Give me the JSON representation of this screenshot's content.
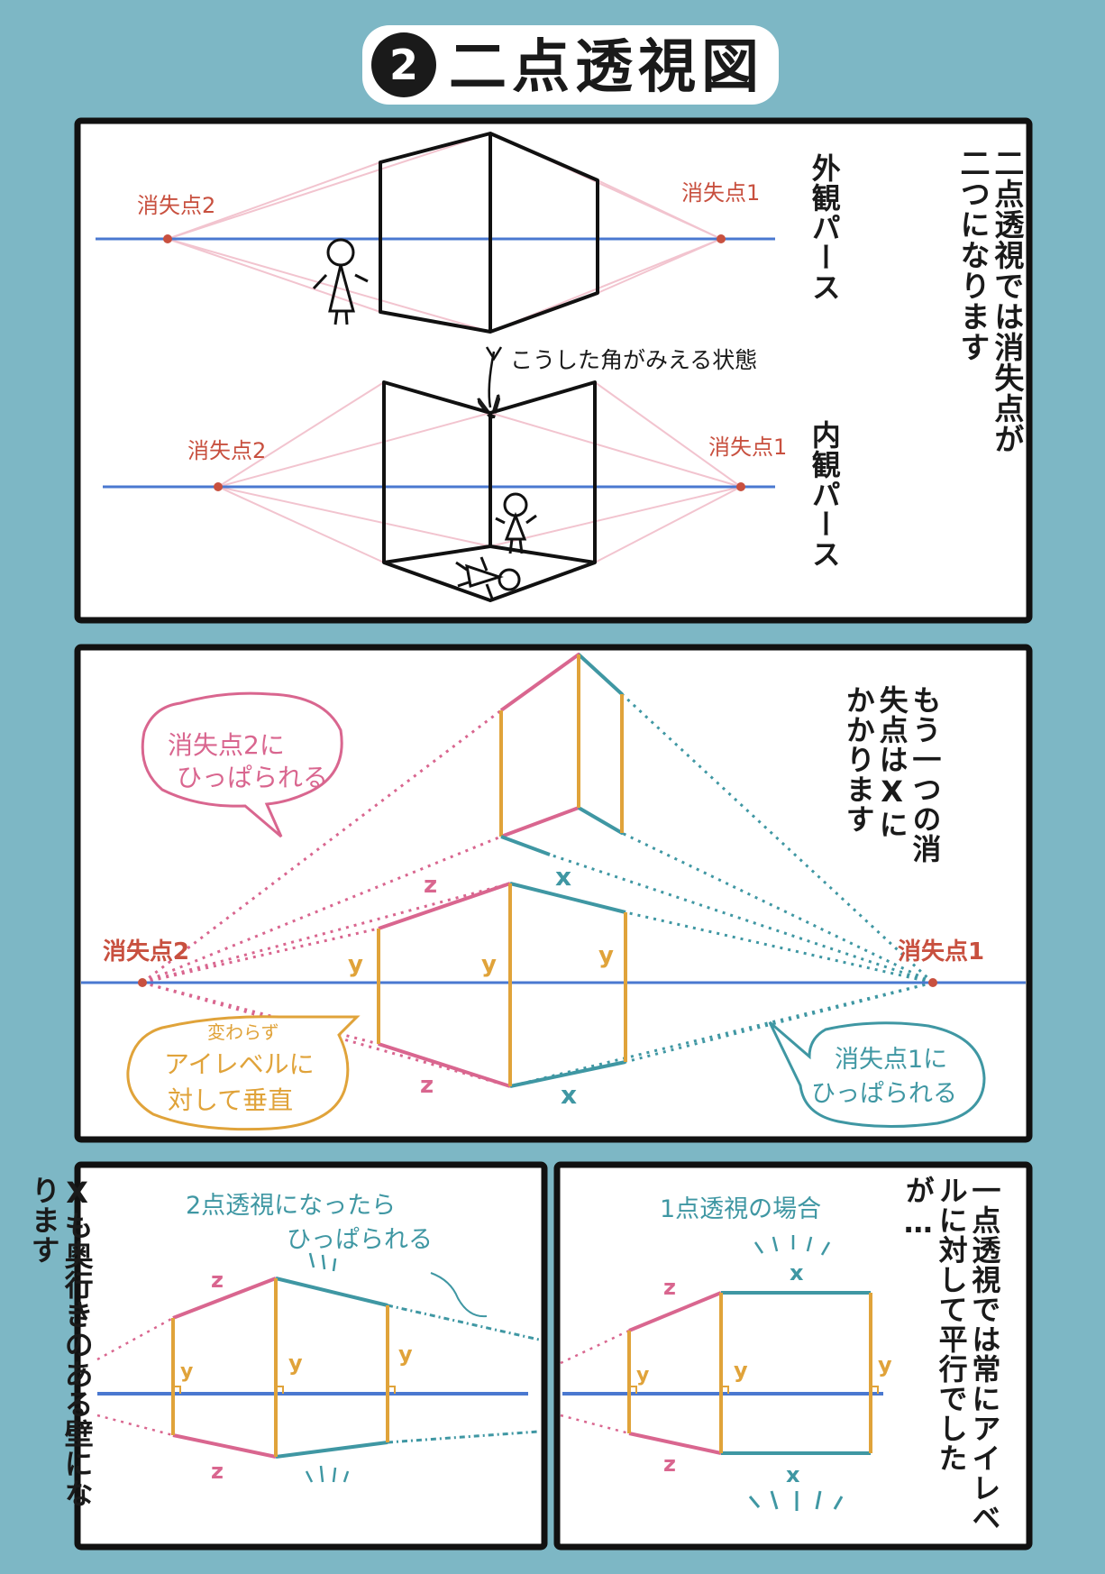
{
  "title": {
    "number": "2",
    "text": "二点透視図"
  },
  "panel1": {
    "note": "二点透視では消失点が二つになります",
    "exterior_label": "外観パース",
    "interior_label": "内観パース",
    "corner_note": "こうした角がみえる状態",
    "exterior": {
      "vp_left": "消失点2",
      "vp_right": "消失点1"
    },
    "interior": {
      "vp_left": "消失点2",
      "vp_right": "消失点1"
    }
  },
  "panel2": {
    "note": "もう一つの消失点はXにかかります",
    "vp_left": "消失点2",
    "vp_right": "消失点1",
    "bubble_pink": [
      "消失点2に",
      "ひっぱられる"
    ],
    "bubble_orange": [
      "変わらず",
      "アイレベルに",
      "対して垂直"
    ],
    "bubble_teal": [
      "消失点1に",
      "ひっぱられる"
    ],
    "label_x": "x",
    "label_y": "y",
    "label_z": "z"
  },
  "panel3": {
    "side_note": "Xも奥行きのある壁になります",
    "caption": [
      "2点透視になったら",
      "ひっぱられる"
    ],
    "label_x": "x",
    "label_y": "y",
    "label_z": "z"
  },
  "panel4": {
    "side_note": "一点透視では常にアイレベルに対して平行でしたが…",
    "caption": "1点透視の場合",
    "label_x": "x",
    "label_y": "y",
    "label_z": "z"
  },
  "colors": {
    "background": "#7db7c5",
    "pink": "#d9668f",
    "teal": "#3f97a3",
    "orange": "#e0a33a",
    "blue": "#4a78d0",
    "red": "#c8503f",
    "pale_pink": "#f2c4cf"
  }
}
